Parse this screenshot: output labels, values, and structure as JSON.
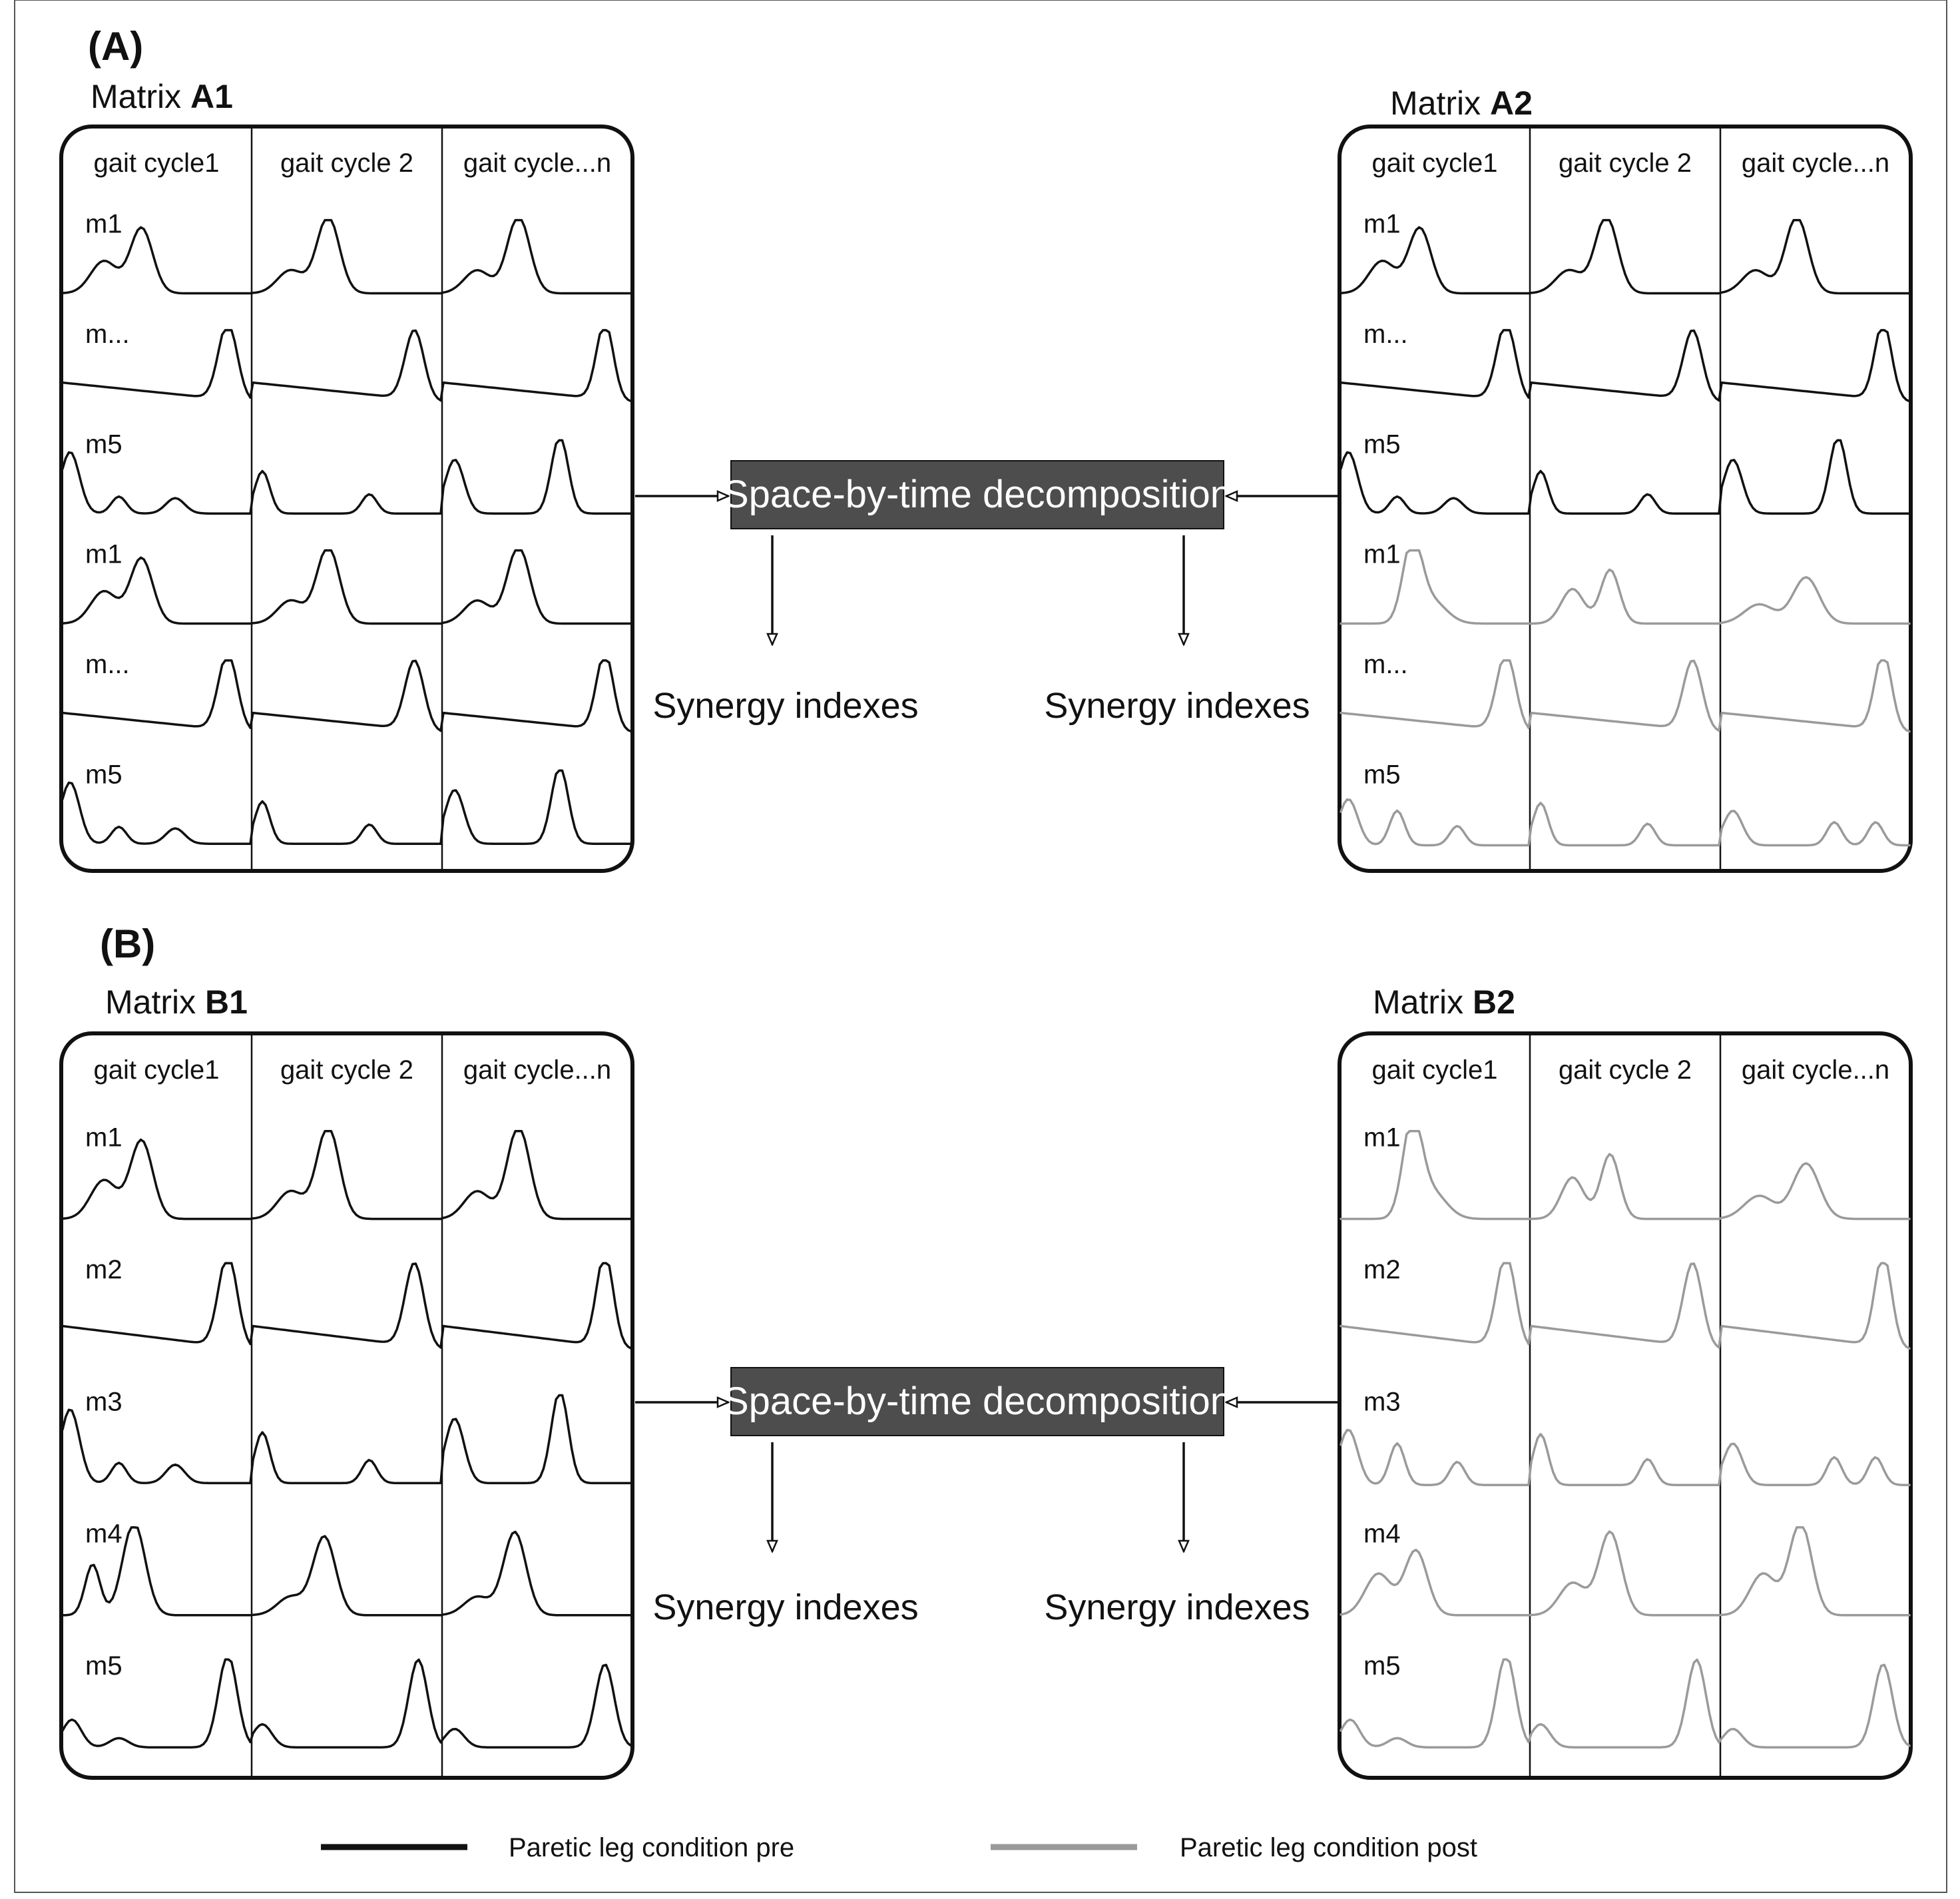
{
  "colors": {
    "pre": "#111111",
    "post": "#9a9a9a",
    "box": "#4d4d4d",
    "box_text": "#ffffff"
  },
  "legend": [
    {
      "key": "pre",
      "label": "Paretic leg condition pre"
    },
    {
      "key": "post",
      "label": "Paretic leg condition post"
    }
  ],
  "sections": [
    {
      "label": "(A)",
      "box_label": "Space-by-time decomposition",
      "outputs": [
        "Synergy indexes",
        "Synergy indexes"
      ],
      "matrices": [
        {
          "label_prefix": "Matrix ",
          "label_bold": "A1",
          "columns": [
            "gait cycle1",
            "gait cycle 2",
            "gait cycle...n"
          ],
          "rows": [
            {
              "label": "m1",
              "shape": "m1",
              "condition": "pre"
            },
            {
              "label": "m...",
              "shape": "mx",
              "condition": "pre"
            },
            {
              "label": "m5",
              "shape": "m5",
              "condition": "pre"
            },
            {
              "label": "m1",
              "shape": "m1",
              "condition": "pre"
            },
            {
              "label": "m...",
              "shape": "mx",
              "condition": "pre"
            },
            {
              "label": "m5",
              "shape": "m5",
              "condition": "pre"
            }
          ]
        },
        {
          "label_prefix": "Matrix ",
          "label_bold": "A2",
          "columns": [
            "gait cycle1",
            "gait cycle 2",
            "gait cycle...n"
          ],
          "rows": [
            {
              "label": "m1",
              "shape": "m1",
              "condition": "pre"
            },
            {
              "label": "m...",
              "shape": "mx",
              "condition": "pre"
            },
            {
              "label": "m5",
              "shape": "m5",
              "condition": "pre"
            },
            {
              "label": "m1",
              "shape": "m1p",
              "condition": "post"
            },
            {
              "label": "m...",
              "shape": "mx",
              "condition": "post"
            },
            {
              "label": "m5",
              "shape": "m5p",
              "condition": "post"
            }
          ]
        }
      ]
    },
    {
      "label": "(B)",
      "box_label": "Space-by-time decomposition",
      "outputs": [
        "Synergy indexes",
        "Synergy indexes"
      ],
      "matrices": [
        {
          "label_prefix": "Matrix ",
          "label_bold": "B1",
          "columns": [
            "gait cycle1",
            "gait cycle 2",
            "gait cycle...n"
          ],
          "rows": [
            {
              "label": "m1",
              "shape": "m1",
              "condition": "pre"
            },
            {
              "label": "m2",
              "shape": "mx",
              "condition": "pre"
            },
            {
              "label": "m3",
              "shape": "m5",
              "condition": "pre"
            },
            {
              "label": "m4",
              "shape": "m4",
              "condition": "pre"
            },
            {
              "label": "m5",
              "shape": "m5b",
              "condition": "pre"
            }
          ]
        },
        {
          "label_prefix": "Matrix ",
          "label_bold": "B2",
          "columns": [
            "gait cycle1",
            "gait cycle 2",
            "gait cycle...n"
          ],
          "rows": [
            {
              "label": "m1",
              "shape": "m1p",
              "condition": "post"
            },
            {
              "label": "m2",
              "shape": "mx",
              "condition": "post"
            },
            {
              "label": "m3",
              "shape": "m5p",
              "condition": "post"
            },
            {
              "label": "m4",
              "shape": "m4p",
              "condition": "post"
            },
            {
              "label": "m5",
              "shape": "m5b",
              "condition": "post"
            }
          ]
        }
      ]
    }
  ]
}
